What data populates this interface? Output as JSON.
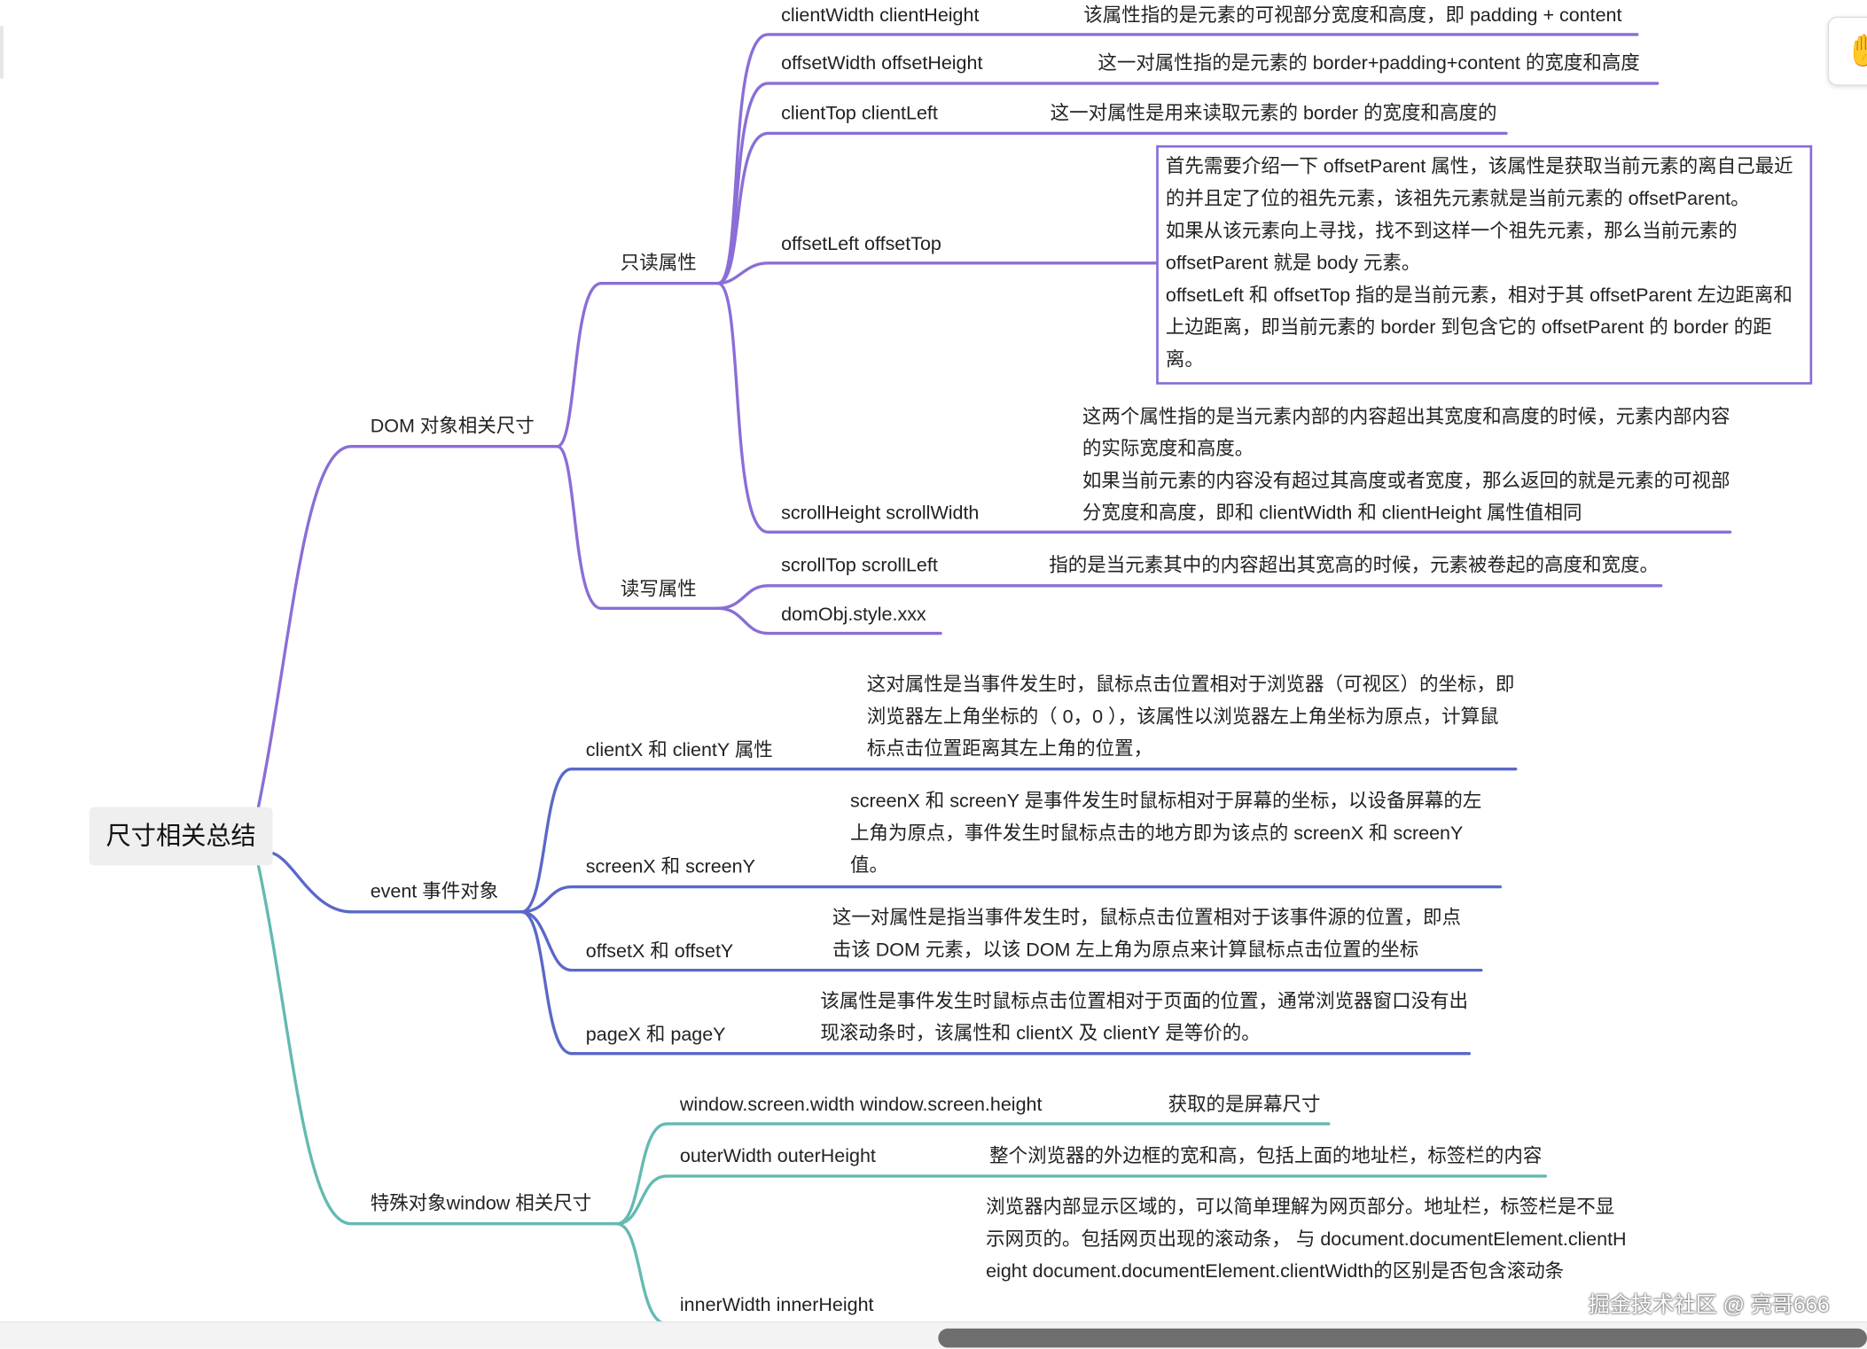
{
  "root": {
    "label": "尺寸相关总结"
  },
  "branches": {
    "dom": {
      "label": "DOM 对象相关尺寸",
      "readonly": {
        "label": "只读属性",
        "items": [
          {
            "name": "clientWidth   clientHeight",
            "desc": "该属性指的是元素的可视部分宽度和高度，即 padding + content"
          },
          {
            "name": "offsetWidth    offsetHeight",
            "desc": "这一对属性指的是元素的 border+padding+content 的宽度和高度"
          },
          {
            "name": "clientTop   clientLeft",
            "desc": "这一对属性是用来读取元素的 border 的宽度和高度的"
          },
          {
            "name": "offsetLeft   offsetTop",
            "desc": "首先需要介绍一下 offsetParent 属性，该属性是获取当前元素的离自己最近的并且定了位的祖先元素，该祖先元素就是当前元素的 offsetParent。\n如果从该元素向上寻找，找不到这样一个祖先元素，那么当前元素的 offsetParent 就是 body 元素。\noffsetLeft 和 offsetTop 指的是当前元素，相对于其 offsetParent 左边距离和上边距离，即当前元素的 border 到包含它的 offsetParent 的 border 的距离。"
          },
          {
            "name": "scrollHeight   scrollWidth",
            "desc": "这两个属性指的是当元素内部的内容超出其宽度和高度的时候，元素内部内容的实际宽度和高度。\n如果当前元素的内容没有超过其高度或者宽度，那么返回的就是元素的可视部分宽度和高度，即和 clientWidth 和 clientHeight 属性值相同"
          }
        ]
      },
      "readwrite": {
        "label": "读写属性",
        "items": [
          {
            "name": "scrollTop   scrollLeft",
            "desc": "指的是当元素其中的内容超出其宽高的时候，元素被卷起的高度和宽度。"
          },
          {
            "name": "domObj.style.xxx",
            "desc": ""
          }
        ]
      }
    },
    "event": {
      "label": "event 事件对象",
      "items": [
        {
          "name": "clientX 和 clientY 属性",
          "desc": "这对属性是当事件发生时，鼠标点击位置相对于浏览器（可视区）的坐标，即浏览器左上角坐标的（ 0，0 ），该属性以浏览器左上角坐标为原点，计算鼠标点击位置距离其左上角的位置，"
        },
        {
          "name": "screenX 和 screenY",
          "desc": "screenX 和 screenY 是事件发生时鼠标相对于屏幕的坐标，以设备屏幕的左上角为原点，事件发生时鼠标点击的地方即为该点的 screenX 和 screenY 值。"
        },
        {
          "name": "offsetX 和 offsetY",
          "desc": "这一对属性是指当事件发生时，鼠标点击位置相对于该事件源的位置，即点击该 DOM 元素，以该 DOM 左上角为原点来计算鼠标点击位置的坐标"
        },
        {
          "name": "pageX 和 pageY",
          "desc": "该属性是事件发生时鼠标点击位置相对于页面的位置，通常浏览器窗口没有出现滚动条时，该属性和 clientX 及 clientY 是等价的。"
        }
      ]
    },
    "window": {
      "label": "特殊对象window 相关尺寸",
      "items": [
        {
          "name": "window.screen.width      window.screen.height",
          "desc": "获取的是屏幕尺寸"
        },
        {
          "name": "outerWidth     outerHeight",
          "desc": "整个浏览器的外边框的宽和高，包括上面的地址栏，标签栏的内容"
        },
        {
          "name": "innerWidth     innerHeight",
          "desc": "浏览器内部显示区域的，可以简单理解为网页部分。地址栏，标签栏是不显示网页的。包括网页出现的滚动条，  与 document.documentElement.clientHeight document.documentElement.clientWidth的区别是否包含滚动条"
        }
      ]
    }
  },
  "watermark": "掘金技术社区 @ 亮哥666",
  "colors": {
    "dom": "#8a6ed6",
    "event": "#5a68c8",
    "window": "#63bab1",
    "root_bg": "#efefef"
  },
  "icons": {
    "tool": "hand-icon"
  }
}
